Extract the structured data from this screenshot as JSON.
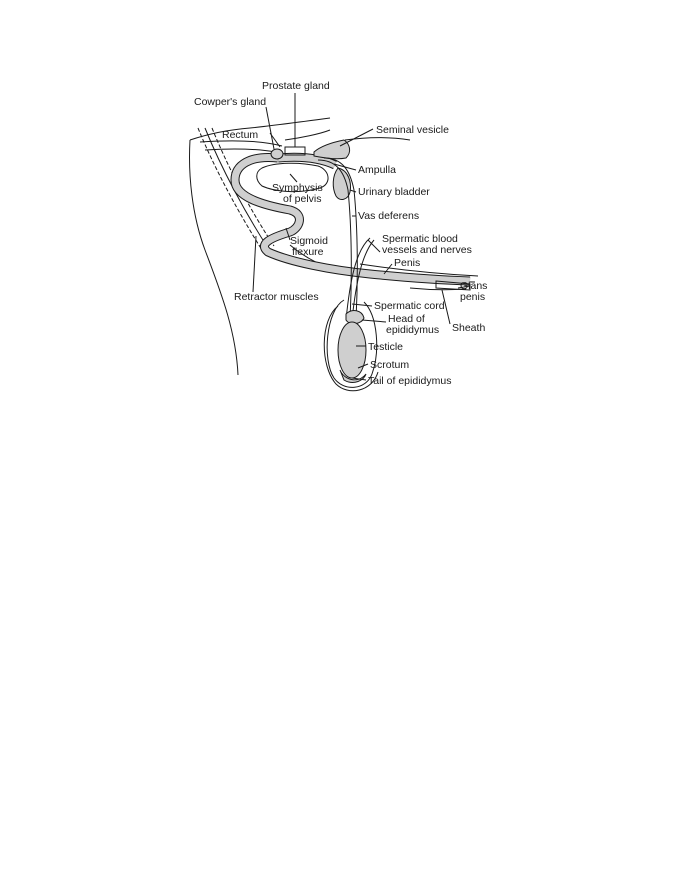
{
  "diagram": {
    "labels": {
      "prostate_gland": "Prostate gland",
      "cowpers_gland": "Cowper's gland",
      "rectum": "Rectum",
      "seminal_vesicle": "Seminal vesicle",
      "ampulla": "Ampulla",
      "symphysis_line1": "Symphysis",
      "symphysis_line2": "of pelvis",
      "urinary_bladder": "Urinary bladder",
      "vas_deferens": "Vas deferens",
      "spermatic_blood_line1": "Spermatic blood",
      "spermatic_blood_line2": "vessels and nerves",
      "sigmoid_line1": "Sigmoid",
      "sigmoid_line2": "flexure",
      "penis": "Penis",
      "glans_line1": "Glans",
      "glans_line2": "penis",
      "retractor_muscles": "Retractor muscles",
      "spermatic_cord": "Spermatic cord",
      "head_epididymus_line1": "Head of",
      "head_epididymus_line2": "epididymus",
      "sheath": "Sheath",
      "testicle": "Testicle",
      "scrotum": "Scrotum",
      "tail_of_epididymus": "Tail of epididymus"
    }
  }
}
